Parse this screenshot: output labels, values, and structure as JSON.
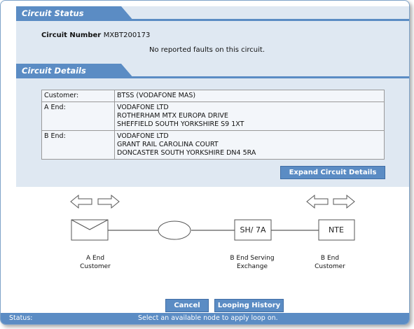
{
  "circuit_status": {
    "title": "Circuit Status",
    "circuit_number_label": "Circuit Number",
    "circuit_number": "MXBT200173",
    "fault_message": "No reported faults on this circuit."
  },
  "circuit_details": {
    "title": "Circuit Details",
    "rows": [
      {
        "label": "Customer:",
        "lines": [
          "BTSS (VODAFONE MAS)"
        ]
      },
      {
        "label": "A End:",
        "lines": [
          "VODAFONE LTD",
          "ROTHERHAM MTX EUROPA DRIVE",
          "SHEFFIELD SOUTH YORKSHIRE S9 1XT"
        ]
      },
      {
        "label": "B End:",
        "lines": [
          "VODAFONE LTD",
          "GRANT RAIL CAROLINA COURT",
          "DONCASTER SOUTH YORKSHIRE DN4 5RA"
        ]
      }
    ],
    "expand_button": "Expand Circuit Details"
  },
  "diagram": {
    "sh_node": "SH/ 7A",
    "nte_node": "NTE",
    "a_end_label": [
      "A End",
      "Customer"
    ],
    "b_serving_label": [
      "B End Serving",
      "Exchange"
    ],
    "b_end_label": [
      "B End",
      "Customer"
    ]
  },
  "buttons": {
    "cancel": "Cancel",
    "looping_history": "Looping History"
  },
  "status_bar": {
    "label": "Status:",
    "message": "Select an available node to apply loop on."
  },
  "colors": {
    "header": "#5b8cc4",
    "panel": "#dfe8f2",
    "button": "#5b8cc4"
  }
}
